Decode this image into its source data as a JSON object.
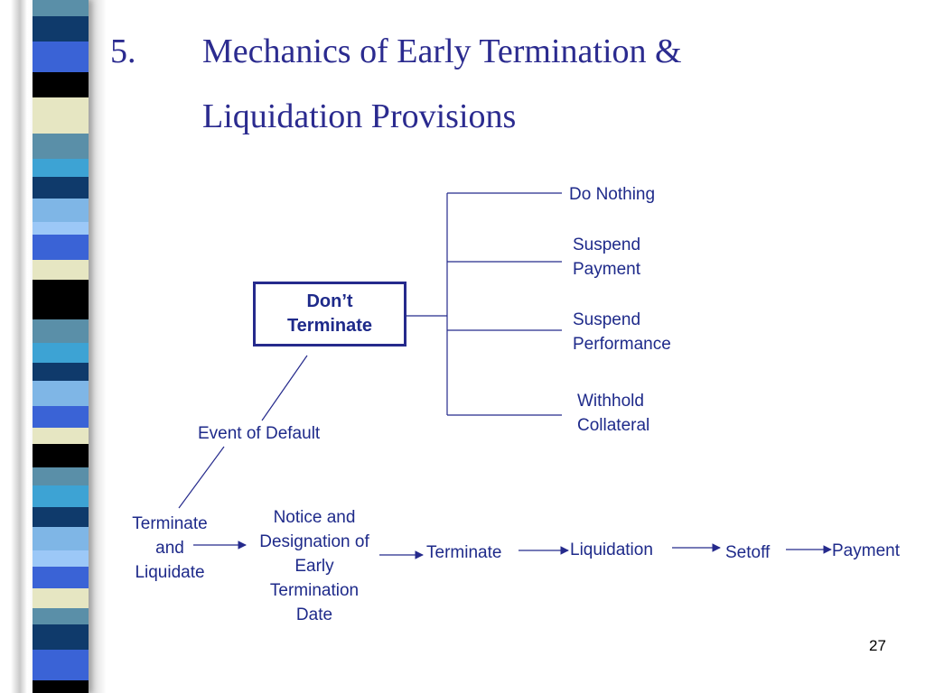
{
  "slide": {
    "title_number": "5.",
    "title_line1": "Mechanics of Early Termination &",
    "title_line2": "Liquidation Provisions",
    "page_number": "27"
  },
  "diagram": {
    "dont_terminate": [
      "Don’t",
      "Terminate"
    ],
    "options": {
      "do_nothing": [
        "Do Nothing"
      ],
      "suspend_payment": [
        "Suspend",
        "Payment"
      ],
      "suspend_performance": [
        "Suspend",
        "Performance"
      ],
      "withhold_collateral": [
        "Withhold",
        "Collateral"
      ]
    },
    "event_of_default": "Event of Default",
    "terminate_and_liquidate": [
      "Terminate",
      "and",
      "Liquidate"
    ],
    "notice_designation": [
      "Notice and",
      "Designation of",
      "Early",
      "Termination",
      "Date"
    ],
    "terminate": "Terminate",
    "liquidation": "Liquidation",
    "setoff": "Setoff",
    "payment": "Payment"
  },
  "colors": {
    "title": "#2b2b8f",
    "label": "#1e2a8a",
    "line": "#252a8c",
    "stripe": [
      "#5a8fa8",
      "#0f3a6b",
      "#3a63d6",
      "#000000",
      "#e6e6c2",
      "#3da3d4",
      "#7fb6e6",
      "#9cc8f7"
    ]
  }
}
